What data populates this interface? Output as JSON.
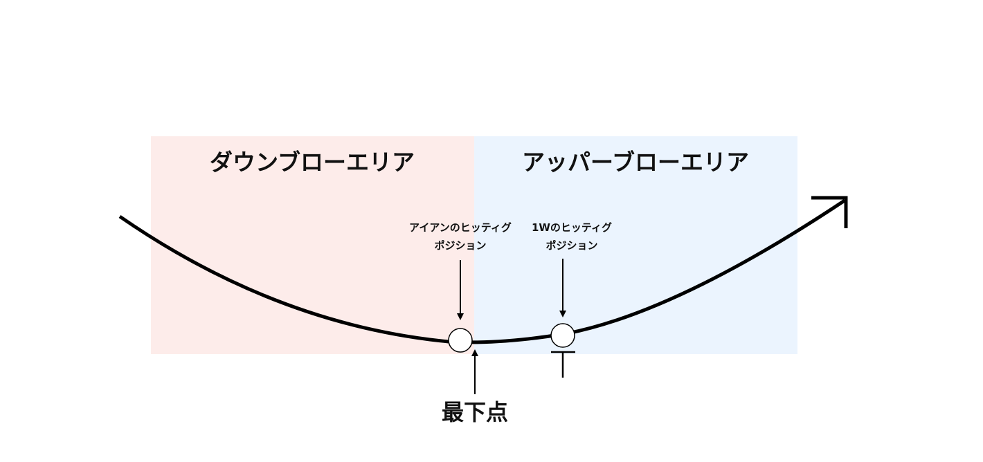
{
  "colors": {
    "downblow_fill": "#fdecea",
    "upper_fill": "#ebf4fe",
    "curve": "#000000",
    "text": "#111111"
  },
  "zones": {
    "downblow": {
      "label": "ダウンブローエリア"
    },
    "upper": {
      "label": "アッパーブローエリア"
    }
  },
  "markers": {
    "iron": {
      "line1": "アイアンのヒッティグ",
      "line2": "ポジション"
    },
    "driver": {
      "line1": "1Wのヒッティグ",
      "line2": "ポジション"
    }
  },
  "lowest_point": {
    "label": "最下点"
  }
}
